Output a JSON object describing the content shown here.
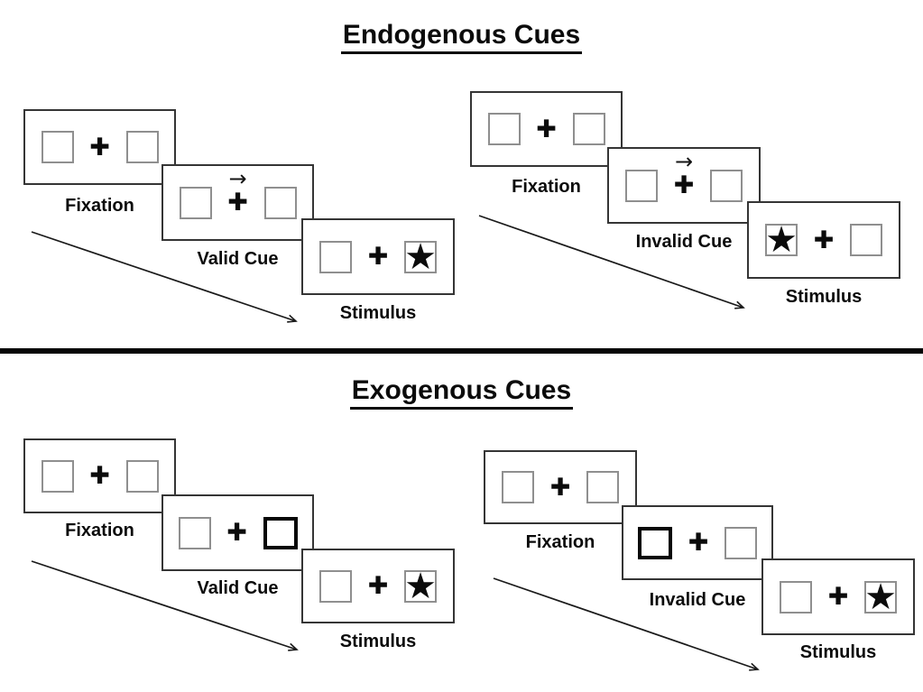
{
  "icons": {
    "plus": "✚",
    "star": "★",
    "cue_arrow": "→"
  },
  "colors": {
    "ink": "#0b0b0b",
    "card_border": "#353535",
    "placeholder_box_border": "#8f8f8f",
    "divider": "#050505"
  },
  "sections": [
    {
      "title": "Endogenous Cues",
      "panels": [
        {
          "name": "endogenous-valid-sequence",
          "cards": [
            {
              "label": "Fixation"
            },
            {
              "label": "Valid Cue"
            },
            {
              "label": "Stimulus"
            }
          ]
        },
        {
          "name": "endogenous-invalid-sequence",
          "cards": [
            {
              "label": "Fixation"
            },
            {
              "label": "Invalid Cue"
            },
            {
              "label": "Stimulus"
            }
          ]
        }
      ]
    },
    {
      "title": "Exogenous Cues",
      "panels": [
        {
          "name": "exogenous-valid-sequence",
          "cards": [
            {
              "label": "Fixation"
            },
            {
              "label": "Valid Cue"
            },
            {
              "label": "Stimulus"
            }
          ]
        },
        {
          "name": "exogenous-invalid-sequence",
          "cards": [
            {
              "label": "Fixation"
            },
            {
              "label": "Invalid Cue"
            },
            {
              "label": "Stimulus"
            }
          ]
        }
      ]
    }
  ]
}
